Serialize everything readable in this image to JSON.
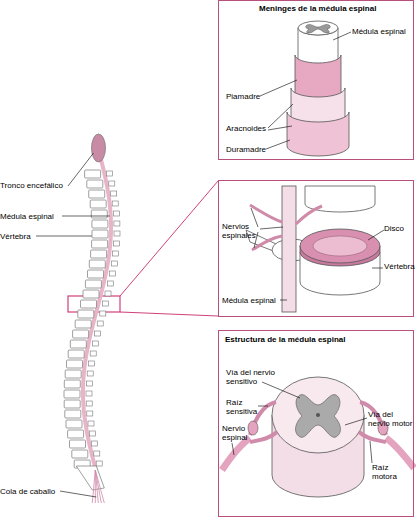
{
  "diagram": {
    "nodes": [
      {
        "text": [
          "Meninges de la médula espinal"
        ]
      },
      {
        "text": [
          "Estructura de la médula espinal"
        ]
      }
    ],
    "labels": [
      "Médula espinal",
      "Piamadre",
      "Aracnoides",
      "Duramadre",
      "Tronco encefálico",
      "Médula espinal",
      "Vértebra",
      "Cola de caballo",
      "Nervios espinales",
      "Disco",
      "Vértebra",
      "Médula espinal",
      "Vía del nervio sensitivo",
      "Raíz sensitiva",
      "Nervio espinal",
      "Vía del nervio motor",
      "Raíz motora"
    ]
  }
}
